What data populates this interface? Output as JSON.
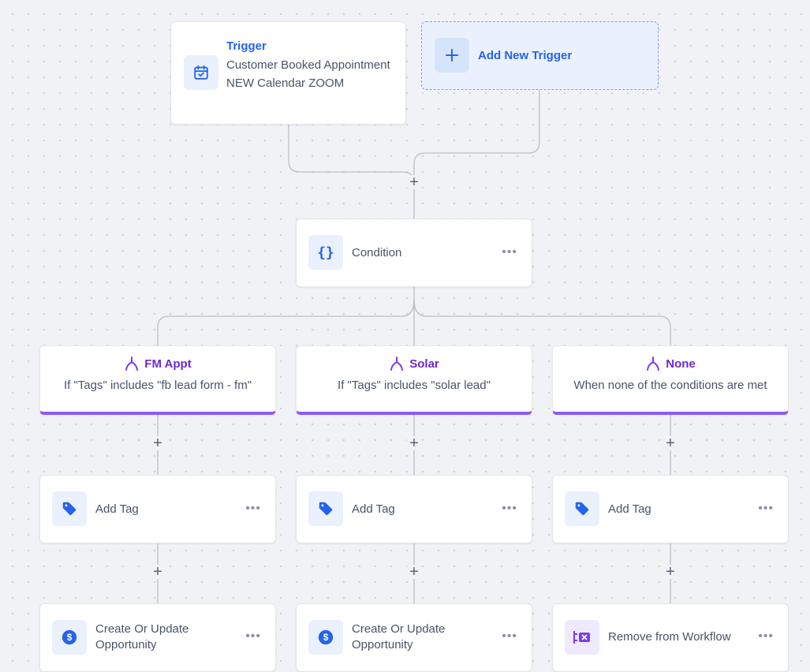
{
  "trigger": {
    "title": "Trigger",
    "description": "Customer Booked Appointment NEW Calendar ZOOM",
    "icon": "calendar-check-icon"
  },
  "add_trigger": {
    "label": "Add New Trigger",
    "icon": "plus-icon"
  },
  "condition": {
    "label": "Condition",
    "icon": "braces-icon",
    "menu": "•••"
  },
  "add_step_symbol": "+",
  "branches": [
    {
      "name": "FM Appt",
      "description": "If \"Tags\" includes \"fb lead form - fm\"",
      "icon": "branch-icon",
      "steps": [
        {
          "label": "Add Tag",
          "icon": "tag-icon",
          "menu": "•••"
        },
        {
          "label": "Create Or Update Opportunity",
          "icon": "dollar-icon",
          "menu": "•••"
        }
      ]
    },
    {
      "name": "Solar",
      "description": "If \"Tags\" includes \"solar lead\"",
      "icon": "branch-icon",
      "steps": [
        {
          "label": "Add Tag",
          "icon": "tag-icon",
          "menu": "•••"
        },
        {
          "label": "Create Or Update Opportunity",
          "icon": "dollar-icon",
          "menu": "•••"
        }
      ]
    },
    {
      "name": "None",
      "description": "When none of the conditions are met",
      "icon": "branch-icon",
      "steps": [
        {
          "label": "Add Tag",
          "icon": "tag-icon",
          "menu": "•••"
        },
        {
          "label": "Remove from Workflow",
          "icon": "remove-workflow-icon",
          "menu": "•••"
        }
      ]
    }
  ],
  "colors": {
    "primary": "#2563eb",
    "branch_accent": "#8b5cf6",
    "branch_text": "#6d28d9",
    "remove_icon": "#7c3aed",
    "connector": "#b8bec9"
  }
}
